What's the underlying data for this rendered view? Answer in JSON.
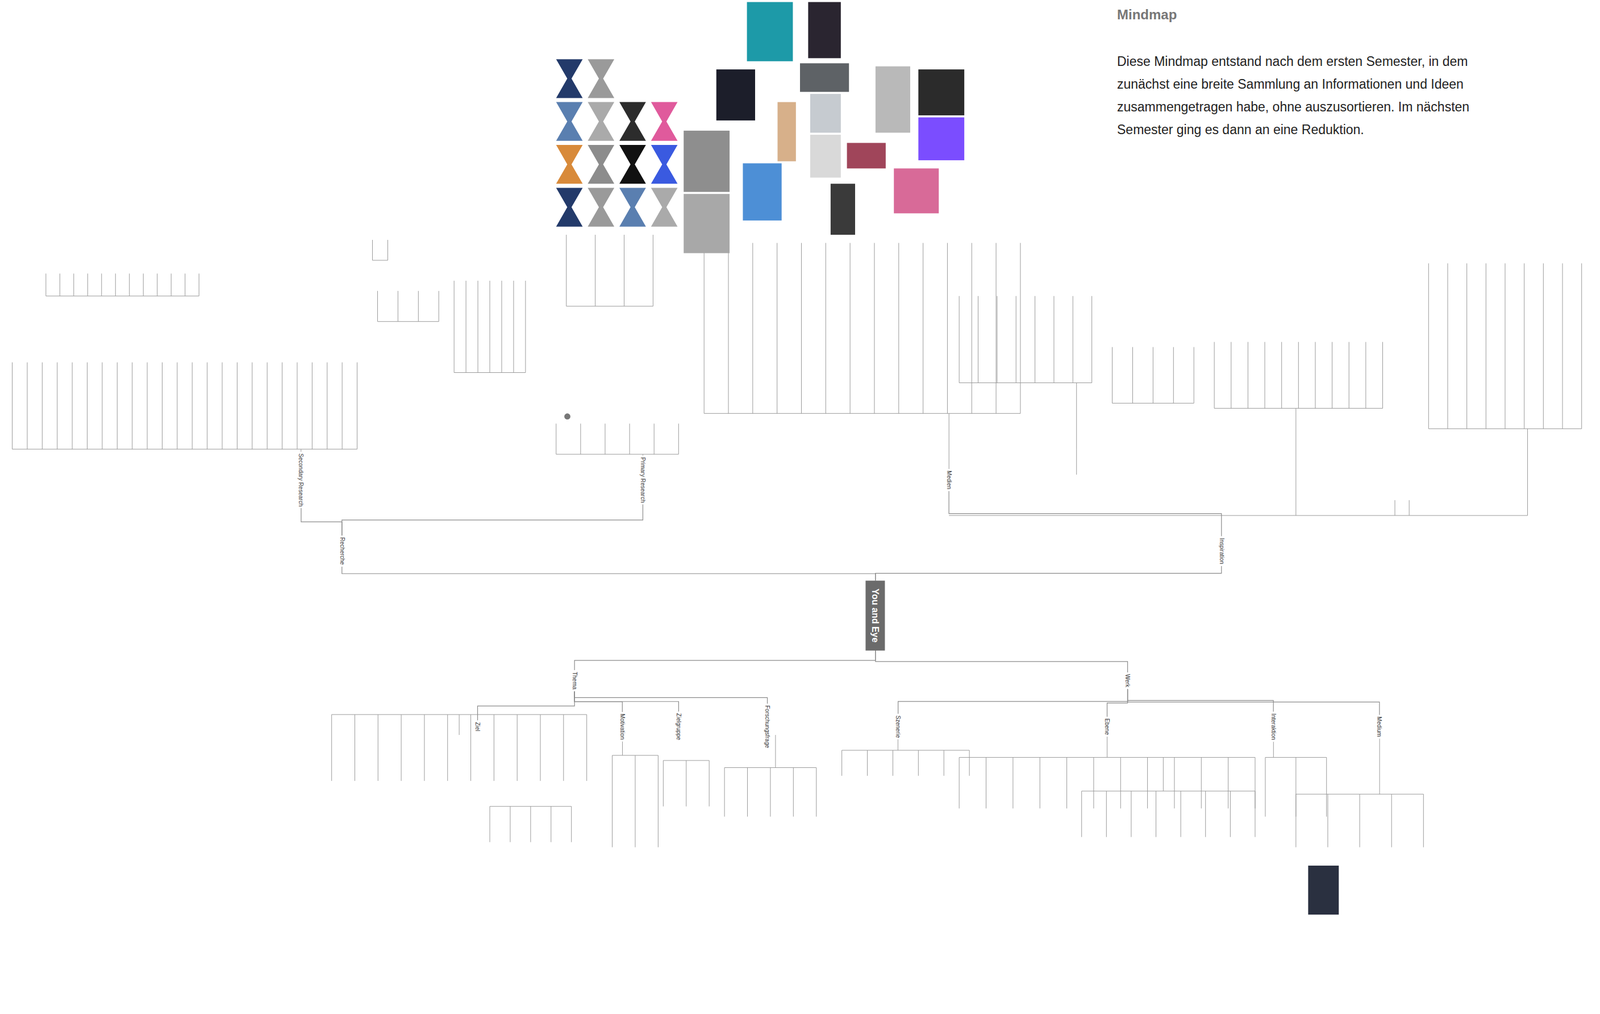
{
  "diagram": {
    "title": "Mindmap",
    "caption": "Diese Mindmap entstand nach dem ersten Semester, in dem zunächst eine breite Sammlung an Informationen und Ideen zusammengetragen habe, ohne auszusortieren. Im nächsten Semester ging es dann an eine Reduktion.",
    "nodes": [
      {
        "text": [
          "You and Eye"
        ]
      },
      {
        "text": [
          "Recherche"
        ]
      },
      {
        "text": [
          "Secondary Research"
        ]
      },
      {
        "text": [
          "Primary Research"
        ]
      },
      {
        "text": [
          "Inspiration"
        ]
      },
      {
        "text": [
          "Medien"
        ]
      },
      {
        "text": [
          "Thema"
        ]
      },
      {
        "text": [
          "Ziel"
        ]
      },
      {
        "text": [
          "Motivation"
        ]
      },
      {
        "text": [
          "Zielgruppe"
        ]
      },
      {
        "text": [
          "Forschungsfrage"
        ]
      },
      {
        "text": [
          "Werk"
        ]
      },
      {
        "text": [
          "Szenerie"
        ]
      },
      {
        "text": [
          "Ebene"
        ]
      },
      {
        "text": [
          "Interaktion"
        ]
      },
      {
        "text": [
          "Medium"
        ]
      }
    ],
    "edges": [
      {
        "from": 0,
        "to": 1,
        "arrow": "none"
      },
      {
        "from": 0,
        "to": 4,
        "arrow": "none"
      },
      {
        "from": 0,
        "to": 6,
        "arrow": "none"
      },
      {
        "from": 0,
        "to": 11,
        "arrow": "none"
      },
      {
        "from": 1,
        "to": 2,
        "arrow": "none"
      },
      {
        "from": 1,
        "to": 3,
        "arrow": "none"
      },
      {
        "from": 4,
        "to": 5,
        "arrow": "none"
      },
      {
        "from": 6,
        "to": 7,
        "arrow": "none"
      },
      {
        "from": 6,
        "to": 8,
        "arrow": "none"
      },
      {
        "from": 6,
        "to": 9,
        "arrow": "none"
      },
      {
        "from": 6,
        "to": 10,
        "arrow": "none"
      },
      {
        "from": 11,
        "to": 12,
        "arrow": "none"
      },
      {
        "from": 11,
        "to": 13,
        "arrow": "none"
      },
      {
        "from": 11,
        "to": 14,
        "arrow": "none"
      },
      {
        "from": 11,
        "to": 15,
        "arrow": "none"
      }
    ]
  }
}
